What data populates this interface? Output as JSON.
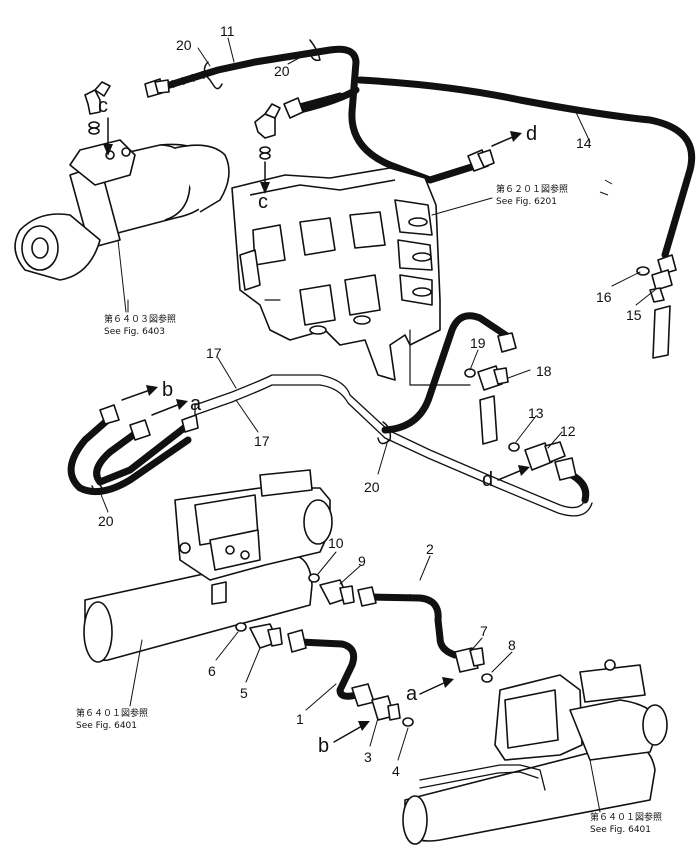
{
  "callouts": {
    "n1": "1",
    "n2": "2",
    "n3": "3",
    "n4": "4",
    "n5": "5",
    "n6": "6",
    "n7": "7",
    "n8": "8",
    "n9": "9",
    "n10": "10",
    "n11": "11",
    "n12": "12",
    "n13": "13",
    "n14": "14",
    "n15": "15",
    "n16": "16",
    "n17a": "17",
    "n17b": "17",
    "n18": "18",
    "n19": "19",
    "n20a": "20",
    "n20b": "20",
    "n20c": "20",
    "n20d": "20"
  },
  "connections": {
    "a1": "a",
    "a2": "a",
    "b1": "b",
    "b2": "b",
    "c1": "c",
    "c2": "c",
    "d1": "d",
    "d2": "d"
  },
  "refs": {
    "r6403_jp": "第６４０３図参照",
    "r6403_en": "See Fig. 6403",
    "r6201_jp": "第６２０１図参照",
    "r6201_en": "See Fig. 6201",
    "r6401l_jp": "第６４０１図参照",
    "r6401l_en": "See Fig. 6401",
    "r6401r_jp": "第６４０１図参照",
    "r6401r_en": "See Fig. 6401"
  }
}
